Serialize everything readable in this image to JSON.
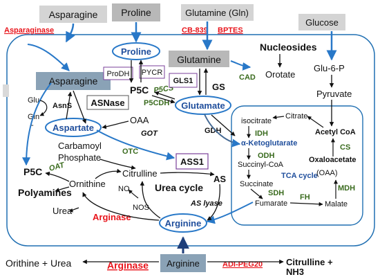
{
  "colors": {
    "cell_border": "#1f6fb2",
    "arrow_blue": "#2878c8",
    "gray_box": "#c8c8c8",
    "slate_box": "#8aa2b6",
    "enzyme_box_border": "#7a3f9a",
    "enzyme_green": "#3a6b1e",
    "drug_red": "#e8141b",
    "label_blue": "#1f4e9c"
  },
  "extracellular": {
    "asparagine": "Asparagine",
    "proline": "Proline",
    "glutamine": "Glutamine (Gln)",
    "glucose": "Glucose",
    "arginine": "Arginine",
    "orithine_urea": "Orithine + Urea",
    "citrulline_nh3_line1": "Citrulline +",
    "citrulline_nh3_line2": "NH3"
  },
  "drugs": {
    "asparaginase_top": "Asparaginase",
    "cb839": "CB-839",
    "bptes": "BPTES",
    "arginase_bottom": "Arginase",
    "adi_peg20": "ADI-PEG20"
  },
  "cytosol": {
    "proline": "Proline",
    "glutamine": "Glutamine",
    "nucleosides": "Nucleosides",
    "cad": "CAD",
    "orotate": "Orotate",
    "glu6p": "Glu-6-P",
    "pyruvate": "Pyruvate",
    "asparagine": "Asparagine",
    "prodh": "ProDH",
    "pycr": "PYCR",
    "p5c": "P5C",
    "gls1": "GLS1",
    "gs": "GS",
    "p5cs": "P5CS",
    "p5cdh": "P5CDH",
    "glutamate": "Glutamate",
    "glu": "Glu",
    "gln": "Gln",
    "gln_dash": "-",
    "asns": "AsnS",
    "asnase": "ASNase",
    "oaa": "OAA",
    "got": "GOT",
    "aspartate": "Aspartate",
    "gdh": "GDH",
    "carbamoyl_line1": "Carbamoyl",
    "carbamoyl_line2": "Phosphate",
    "otc": "OTC",
    "ass1": "ASS1",
    "p5c_left": "P5C",
    "oat": "OAT",
    "polyamines": "Polyamines",
    "ornithine": "Ornithine",
    "citrulline": "Citrulline",
    "no": "NO",
    "urea_cycle": "Urea cycle",
    "as": "AS",
    "as_lyase": "AS lyase",
    "urea": "Urea",
    "arginase": "Arginase",
    "nos": "NOS",
    "arginine": "Arginine"
  },
  "mitochondria": {
    "isocitrate": "isocitrate",
    "citrate": "Citrate",
    "idh": "IDH",
    "akg": "α-Ketoglutarate",
    "acetyl_coa": "Acetyl CoA",
    "odh": "ODH",
    "cs": "CS",
    "succinyl_coa": "Succinyl-CoA",
    "oxaloacetate": "Oxaloacetate",
    "tca_cycle": "TCA cycle",
    "oaa_paren": "(OAA)",
    "succinate": "Succinate",
    "sdh": "SDH",
    "mdh": "MDH",
    "fumarate": "Fumarate",
    "fh": "FH",
    "malate": "Malate"
  }
}
